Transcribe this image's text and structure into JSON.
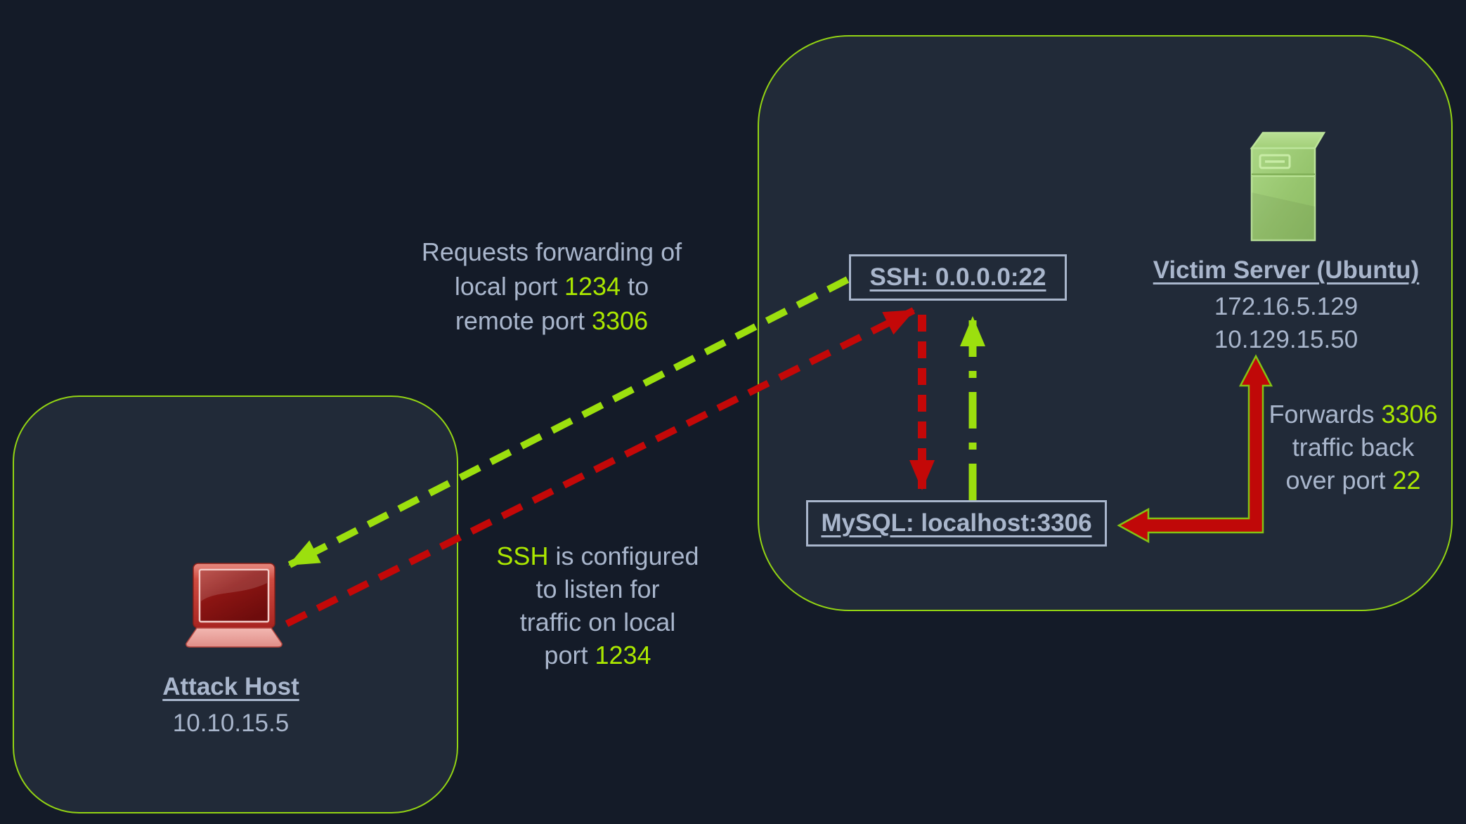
{
  "colors": {
    "background": "#141b28",
    "panel_fill": "#212a38",
    "panel_border_green": "#93d413",
    "text_gray_blue": "#a9b6cc",
    "highlight_green": "#abe800",
    "arrow_green": "#9cdf0e",
    "arrow_red": "#c40808",
    "elbow_arrow_fill": "#c00808",
    "elbow_arrow_outline": "#85c213",
    "service_box_border": "#a9b6cc",
    "laptop_red": "#c0392b",
    "server_green": "#9ccb74"
  },
  "attack_network": {
    "host": {
      "title": "Attack Host",
      "ip": "10.10.15.5",
      "icon": "laptop-icon"
    }
  },
  "victim_network": {
    "server": {
      "title": "Victim Server (Ubuntu)",
      "ip_1": "172.16.5.129",
      "ip_2": "10.129.15.50",
      "icon": "server-tower-icon"
    },
    "ssh_service": {
      "label": "SSH: 0.0.0.0:22"
    },
    "mysql_service": {
      "label": "MySQL: localhost:3306"
    }
  },
  "annotations": {
    "request": {
      "line1": "Requests forwarding of",
      "line2_pre": "local port ",
      "line2_hl": "1234",
      "line2_post": " to",
      "line3_pre": "remote port ",
      "line3_hl": "3306"
    },
    "listen": {
      "line1_hl": "SSH",
      "line1_post": " is configured",
      "line2": "to listen for",
      "line3": "traffic on local",
      "line4_pre": "port ",
      "line4_hl": "1234"
    },
    "forwards": {
      "line1_pre": "Forwards ",
      "line1_hl": "3306",
      "line2": "traffic back",
      "line3_pre": "over port ",
      "line3_hl": "22"
    }
  },
  "arrows": {
    "ssh_to_attack": "green dashed diagonal, SSH box to Attack Host laptop",
    "attack_to_ssh": "red dashed diagonal, Attack Host laptop to SSH box",
    "ssh_to_mysql": "red dashed vertical, SSH box down to MySQL box",
    "mysql_to_ssh": "green dash-dot vertical, MySQL box up to SSH box",
    "mysql_victim_elbow": "red double-headed elbow arrow between MySQL box and Victim Server"
  }
}
